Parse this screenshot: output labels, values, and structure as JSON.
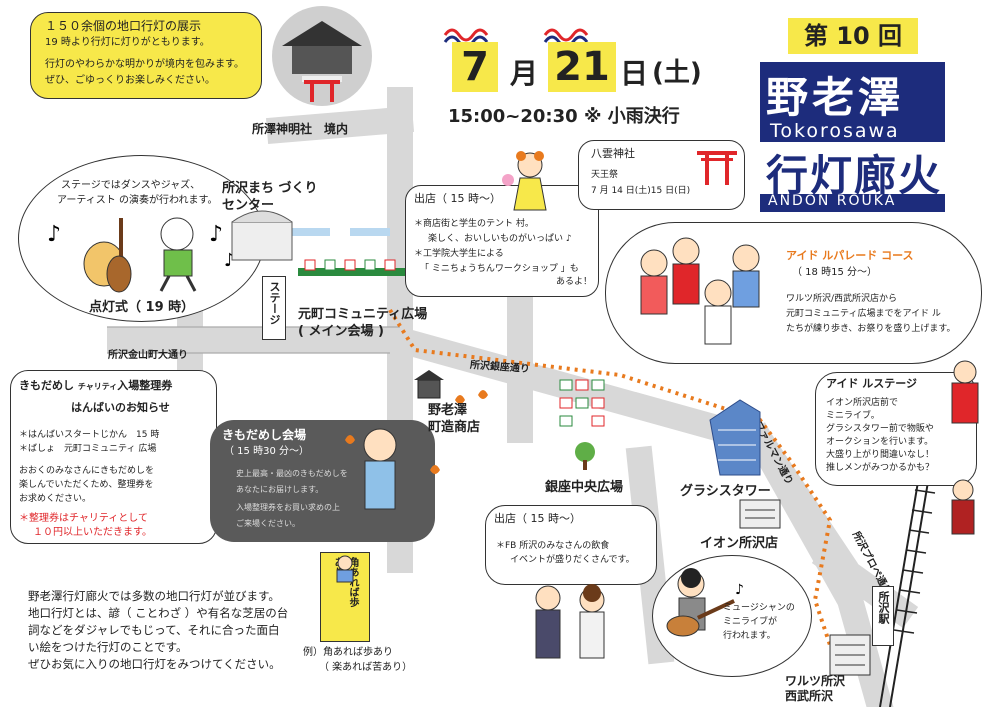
{
  "header": {
    "month_num": "7",
    "month_kanji": "月",
    "day_num": "21",
    "day_kanji": "日",
    "weekday": "(土)",
    "time": "15:00~20:30 ※ 小雨決行",
    "edition": "第 10 回",
    "title_main": "野老澤",
    "title_roman": "Tokorosawa",
    "title_sub": "行灯廊火",
    "title_sub_roman": "ANDON ROUKA"
  },
  "shrine_bubble": {
    "title": "１５０余個の地口行灯の展示",
    "line1": "19 時より行灯に灯りがともります。",
    "line2": "行灯のやわらかな明かりが境内を包みます。",
    "line3": "ぜひ、ごゆっくりお楽しみください。"
  },
  "shrine_label": "所澤神明社　境内",
  "stage_bubble": {
    "line1": "ステージではダンスやジャズ、",
    "line2": "アーティスト の演奏が行われます。",
    "footer": "点灯式（ 19 時）"
  },
  "center_label": {
    "line1": "所沢まち づくり",
    "line2": "センター"
  },
  "stage_label": "ステージ",
  "plaza_label": {
    "line1": "元町コミュニティ広場",
    "line2": "( メイン会場 )"
  },
  "road_kanayama": "所沢金山町大通り",
  "road_ginza": "所沢銀座通り",
  "road_falmaman": "ファルマン通り",
  "road_prope": "所沢プロペ通り",
  "stalls_bubble": {
    "title": "出店（ 15 時～）",
    "line1": "＊商店街と学生のテント 村。",
    "line2": "楽しく、おいしいものがいっぱい ♪",
    "line3": "＊工学院大学生による",
    "line4": "「 ミニちょうちんワークショップ 」も",
    "line5": "あるよ！"
  },
  "yakumo_bubble": {
    "title": "八雲神社",
    "line1": "天王祭",
    "line2": "7 月 14 日(土)15 日(日)"
  },
  "parade_bubble": {
    "title": "アイド ルパレード コース",
    "time": "（ 18 時15 分～）",
    "line1": "ワルツ所沢/西武所沢店から",
    "line2": "元町コミュニティ広場までをアイド ル",
    "line3": "たちが練り歩き、お祭りを盛り上げます。"
  },
  "idol_stage_bubble": {
    "title": "アイド ルステージ",
    "line1": "イオン所沢店前で",
    "line2": "ミニライブ。",
    "line3": "グラシスタワー前で物販や",
    "line4": "オークションを行います。",
    "line5": "大盛り上がり間違いなし！",
    "line6": "推しメンがみつかるかも？"
  },
  "kimono_notice": {
    "title1": "きもだめし",
    "title_small": "チャリティ",
    "title2": "入場整理券",
    "subtitle": "はんばいのお知らせ",
    "line1": "＊はんばいスタートじかん　15 時",
    "line2": "＊ばしょ　元町コミュニティ 広場",
    "line3": "おおくのみなさんにきもだめしを",
    "line4": "楽しんでいただくため、整理券を",
    "line5": "お求めください。",
    "red1": "＊整理券はチャリティとして",
    "red2": "１０円以上いただきます。"
  },
  "kimo_venue": {
    "title": "きもだめし会場",
    "time": "（ 15 時30 分～）",
    "line1": "史上最高・最凶のきもだめしを",
    "line2": "あなたにお届けします。",
    "line3": "入場整理券をお買い求めの上",
    "line4": "ご来場ください。"
  },
  "shop_label": {
    "line1": "野老澤",
    "line2": "町造商店"
  },
  "ginza_plaza": "銀座中央広場",
  "glacis_tower": "グラシスタワー",
  "aeon": "イオン所沢店",
  "wartz": {
    "line1": "ワルツ所沢",
    "line2": "西武所沢"
  },
  "station": "所沢駅",
  "fb_bubble": {
    "title": "出店（ 15 時～）",
    "line1": "＊FB 所沢のみなさんの飲食",
    "line2": "イベントが盛りだくさんです。"
  },
  "musician_bubble": {
    "line1": "ミュージシャンの",
    "line2": "ミニライブが",
    "line3": "行われます。"
  },
  "description": {
    "line1": "野老澤行灯廊火では多数の地口行灯が並びます。",
    "line2": "地口行灯とは、諺（ ことわざ ）や有名な芝居の台",
    "line3": "詞などをダジャレでもじって、それに合った面白",
    "line4": "い絵をつけた行灯のことです。",
    "line5": "ぜひお気に入りの地口行灯をみつけてください。"
  },
  "lantern_caption": {
    "line1": "例）角あれば歩あり",
    "line2": "（ 楽あれば苦あり）"
  },
  "lantern_text": "角あれば歩あり",
  "colors": {
    "yellow": "#f7e84a",
    "navy": "#1d2c7c",
    "orange": "#e87a1e",
    "red": "#e0262a",
    "road": "#d6d6d6",
    "dark_box": "#5a5a5a"
  }
}
